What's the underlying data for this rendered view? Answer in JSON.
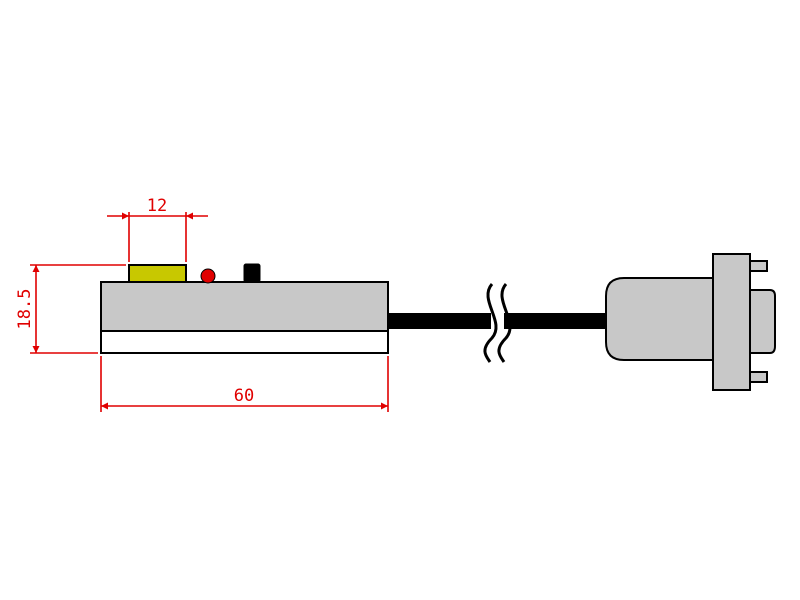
{
  "dimensions": {
    "width_label": "12",
    "height_label": "18.5",
    "length_label": "60"
  },
  "colors": {
    "outline": "#000000",
    "body": "#c8c8c8",
    "base": "#ffffff",
    "top_block": "#c8c800",
    "led": "#e00000",
    "button": "#000000",
    "cable": "#000000",
    "dimension": "#e00000",
    "connector": "#c8c8c8"
  }
}
